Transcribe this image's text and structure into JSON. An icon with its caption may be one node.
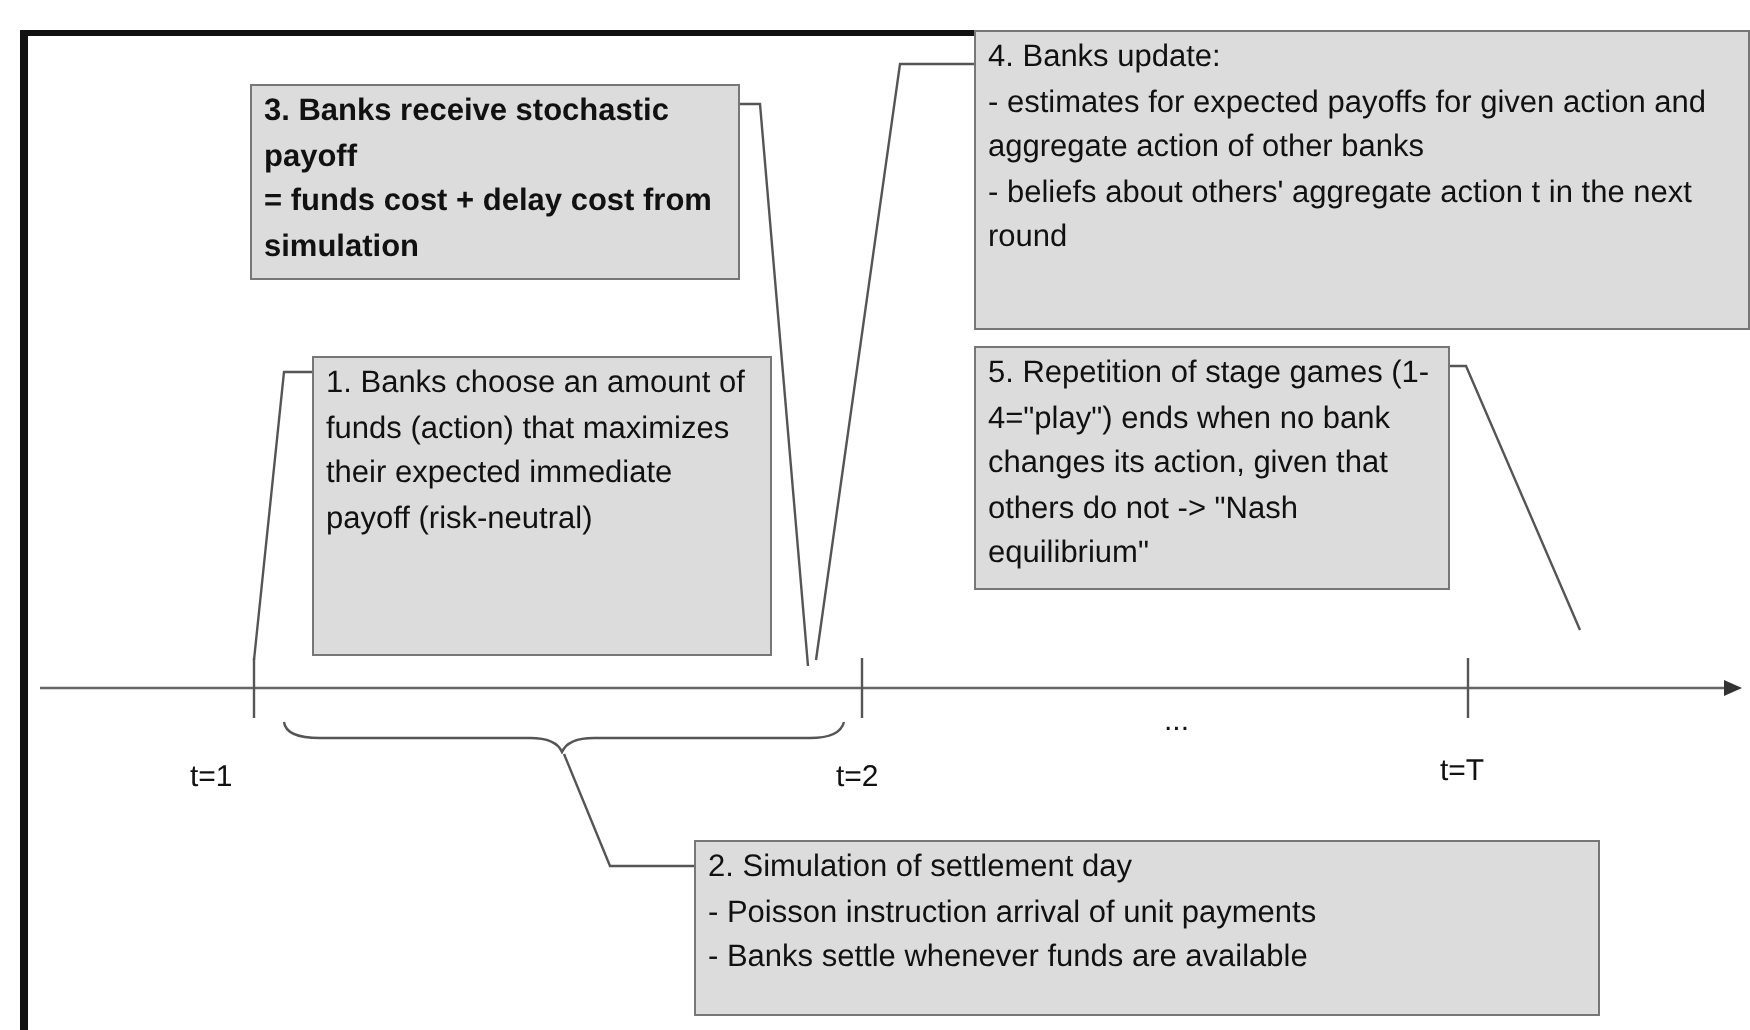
{
  "diagram": {
    "nodes": [
      {
        "text": [
          "3. Banks receive stochastic payoff",
          "= funds cost + delay cost from simulation"
        ]
      },
      {
        "text": [
          "4. Banks update:",
          "- estimates for expected payoffs for given action and aggregate action of other banks",
          "- beliefs about others' aggregate action t in the next round"
        ]
      },
      {
        "text": [
          "1. Banks choose an amount of funds (action) that maximizes their expected immediate payoff (risk-neutral)"
        ]
      },
      {
        "text": [
          "5. Repetition of stage games (1-4=\"play\") ends when no bank changes its action, given that others do not -> \"Nash equilibrium\""
        ]
      },
      {
        "text": [
          "2. Simulation of settlement day",
          "- Poisson instruction arrival of unit payments",
          "- Banks settle whenever funds are available"
        ]
      },
      {
        "text": [],
        "shape": "brace"
      }
    ],
    "edges": [
      {
        "from": 0,
        "to": null,
        "arrow": "none"
      },
      {
        "from": 1,
        "to": null,
        "arrow": "none"
      },
      {
        "from": 2,
        "to": null,
        "arrow": "none"
      },
      {
        "from": 3,
        "to": null,
        "arrow": "none"
      },
      {
        "from": 4,
        "to": 5,
        "arrow": "none"
      }
    ],
    "labels": [
      "...",
      "t=1",
      "t=2",
      "t=T"
    ]
  }
}
